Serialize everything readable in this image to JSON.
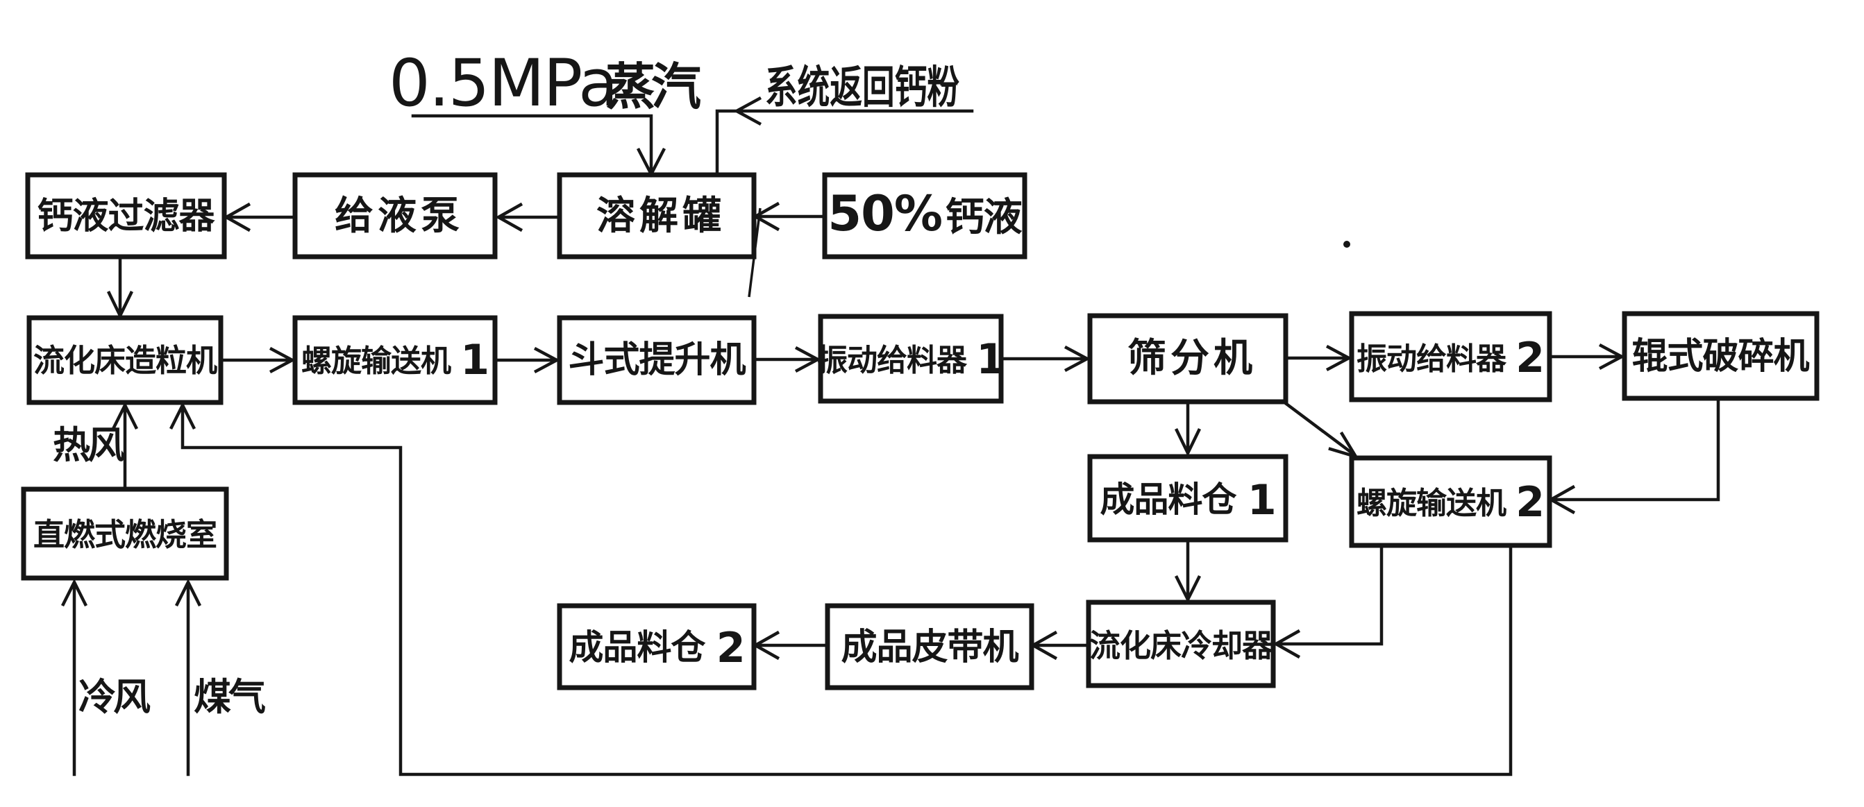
{
  "page": {
    "background": "#ffffff",
    "ink": "#161616"
  },
  "annotations": {
    "steam_pressure": "0.5MPa",
    "steam": "蒸汽",
    "system_return": "系统返回钙粉",
    "hot_air": "热风",
    "cold_air": "冷风",
    "coal_gas": "煤气"
  },
  "boxes": [
    {
      "id": "calcium-liquid-filter",
      "label": "钙液过滤器"
    },
    {
      "id": "feed-liquid-pump",
      "label": "给液泵"
    },
    {
      "id": "dissolving-tank",
      "label": "溶解罐"
    },
    {
      "id": "calcium-solution-50",
      "prefix": "50%",
      "label": "钙液"
    },
    {
      "id": "fluidized-bed-granulator",
      "label": "流化床造粒机"
    },
    {
      "id": "screw-conveyor-1",
      "label": "螺旋输送机",
      "suffix": "1"
    },
    {
      "id": "bucket-elevator",
      "label": "斗式提升机"
    },
    {
      "id": "vibrating-feeder-1",
      "label": "振动给料器",
      "suffix": "1"
    },
    {
      "id": "screening-machine",
      "label": "筛分机"
    },
    {
      "id": "vibrating-feeder-2",
      "label": "振动给料器",
      "suffix": "2"
    },
    {
      "id": "roller-crusher",
      "label": "辊式破碎机"
    },
    {
      "id": "product-silo-1",
      "label": "成品料仓",
      "suffix": "1"
    },
    {
      "id": "screw-conveyor-2",
      "label": "螺旋输送机",
      "suffix": "2"
    },
    {
      "id": "direct-fired-combustion-chamber",
      "label": "直燃式燃烧室"
    },
    {
      "id": "product-silo-2",
      "label": "成品料仓",
      "suffix": "2"
    },
    {
      "id": "product-belt-conveyor",
      "label": "成品皮带机"
    },
    {
      "id": "fluidized-bed-cooler",
      "label": "流化床冷却器"
    }
  ]
}
